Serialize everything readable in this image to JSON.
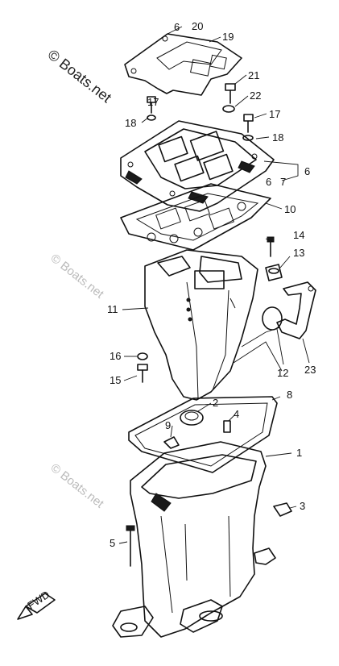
{
  "watermark": {
    "main": "© Boats.net",
    "faint_mid": "© Boats.net",
    "faint_low": "© Boats.net"
  },
  "callouts": {
    "c1": "1",
    "c2": "2",
    "c3": "3",
    "c4": "4",
    "c5": "5",
    "c6": "6",
    "c6b": "6",
    "c7": "7",
    "c8": "8",
    "c9": "9",
    "c10": "10",
    "c11": "11",
    "c12": "12",
    "c13": "13",
    "c14": "14",
    "c15": "15",
    "c16": "16",
    "c17a": "17",
    "c17b": "17",
    "c18a": "18",
    "c18b": "18",
    "c19": "19",
    "c20": "20",
    "c20b": "6",
    "c21": "21",
    "c22": "22",
    "c23": "23"
  },
  "direction_marker": "FWD"
}
